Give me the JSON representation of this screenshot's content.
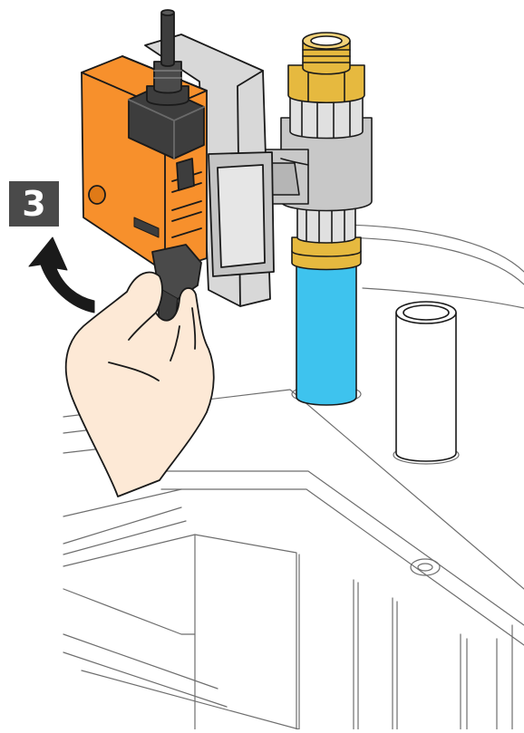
{
  "step": {
    "number": "3"
  },
  "colors": {
    "actuator_orange": "#f7902c",
    "actuator_gray": "#d8d8d8",
    "actuator_dark": "#3d3d3d",
    "pipe_gray": "#c8c8c8",
    "pipe_blue": "#3ec3ee",
    "brass": "#e6b93f",
    "skin": "#fde9d6",
    "outline": "#1a1a1a"
  },
  "icons": {
    "arrow": "curved-rotation-arrow",
    "hand": "hand-gripping-lever"
  }
}
